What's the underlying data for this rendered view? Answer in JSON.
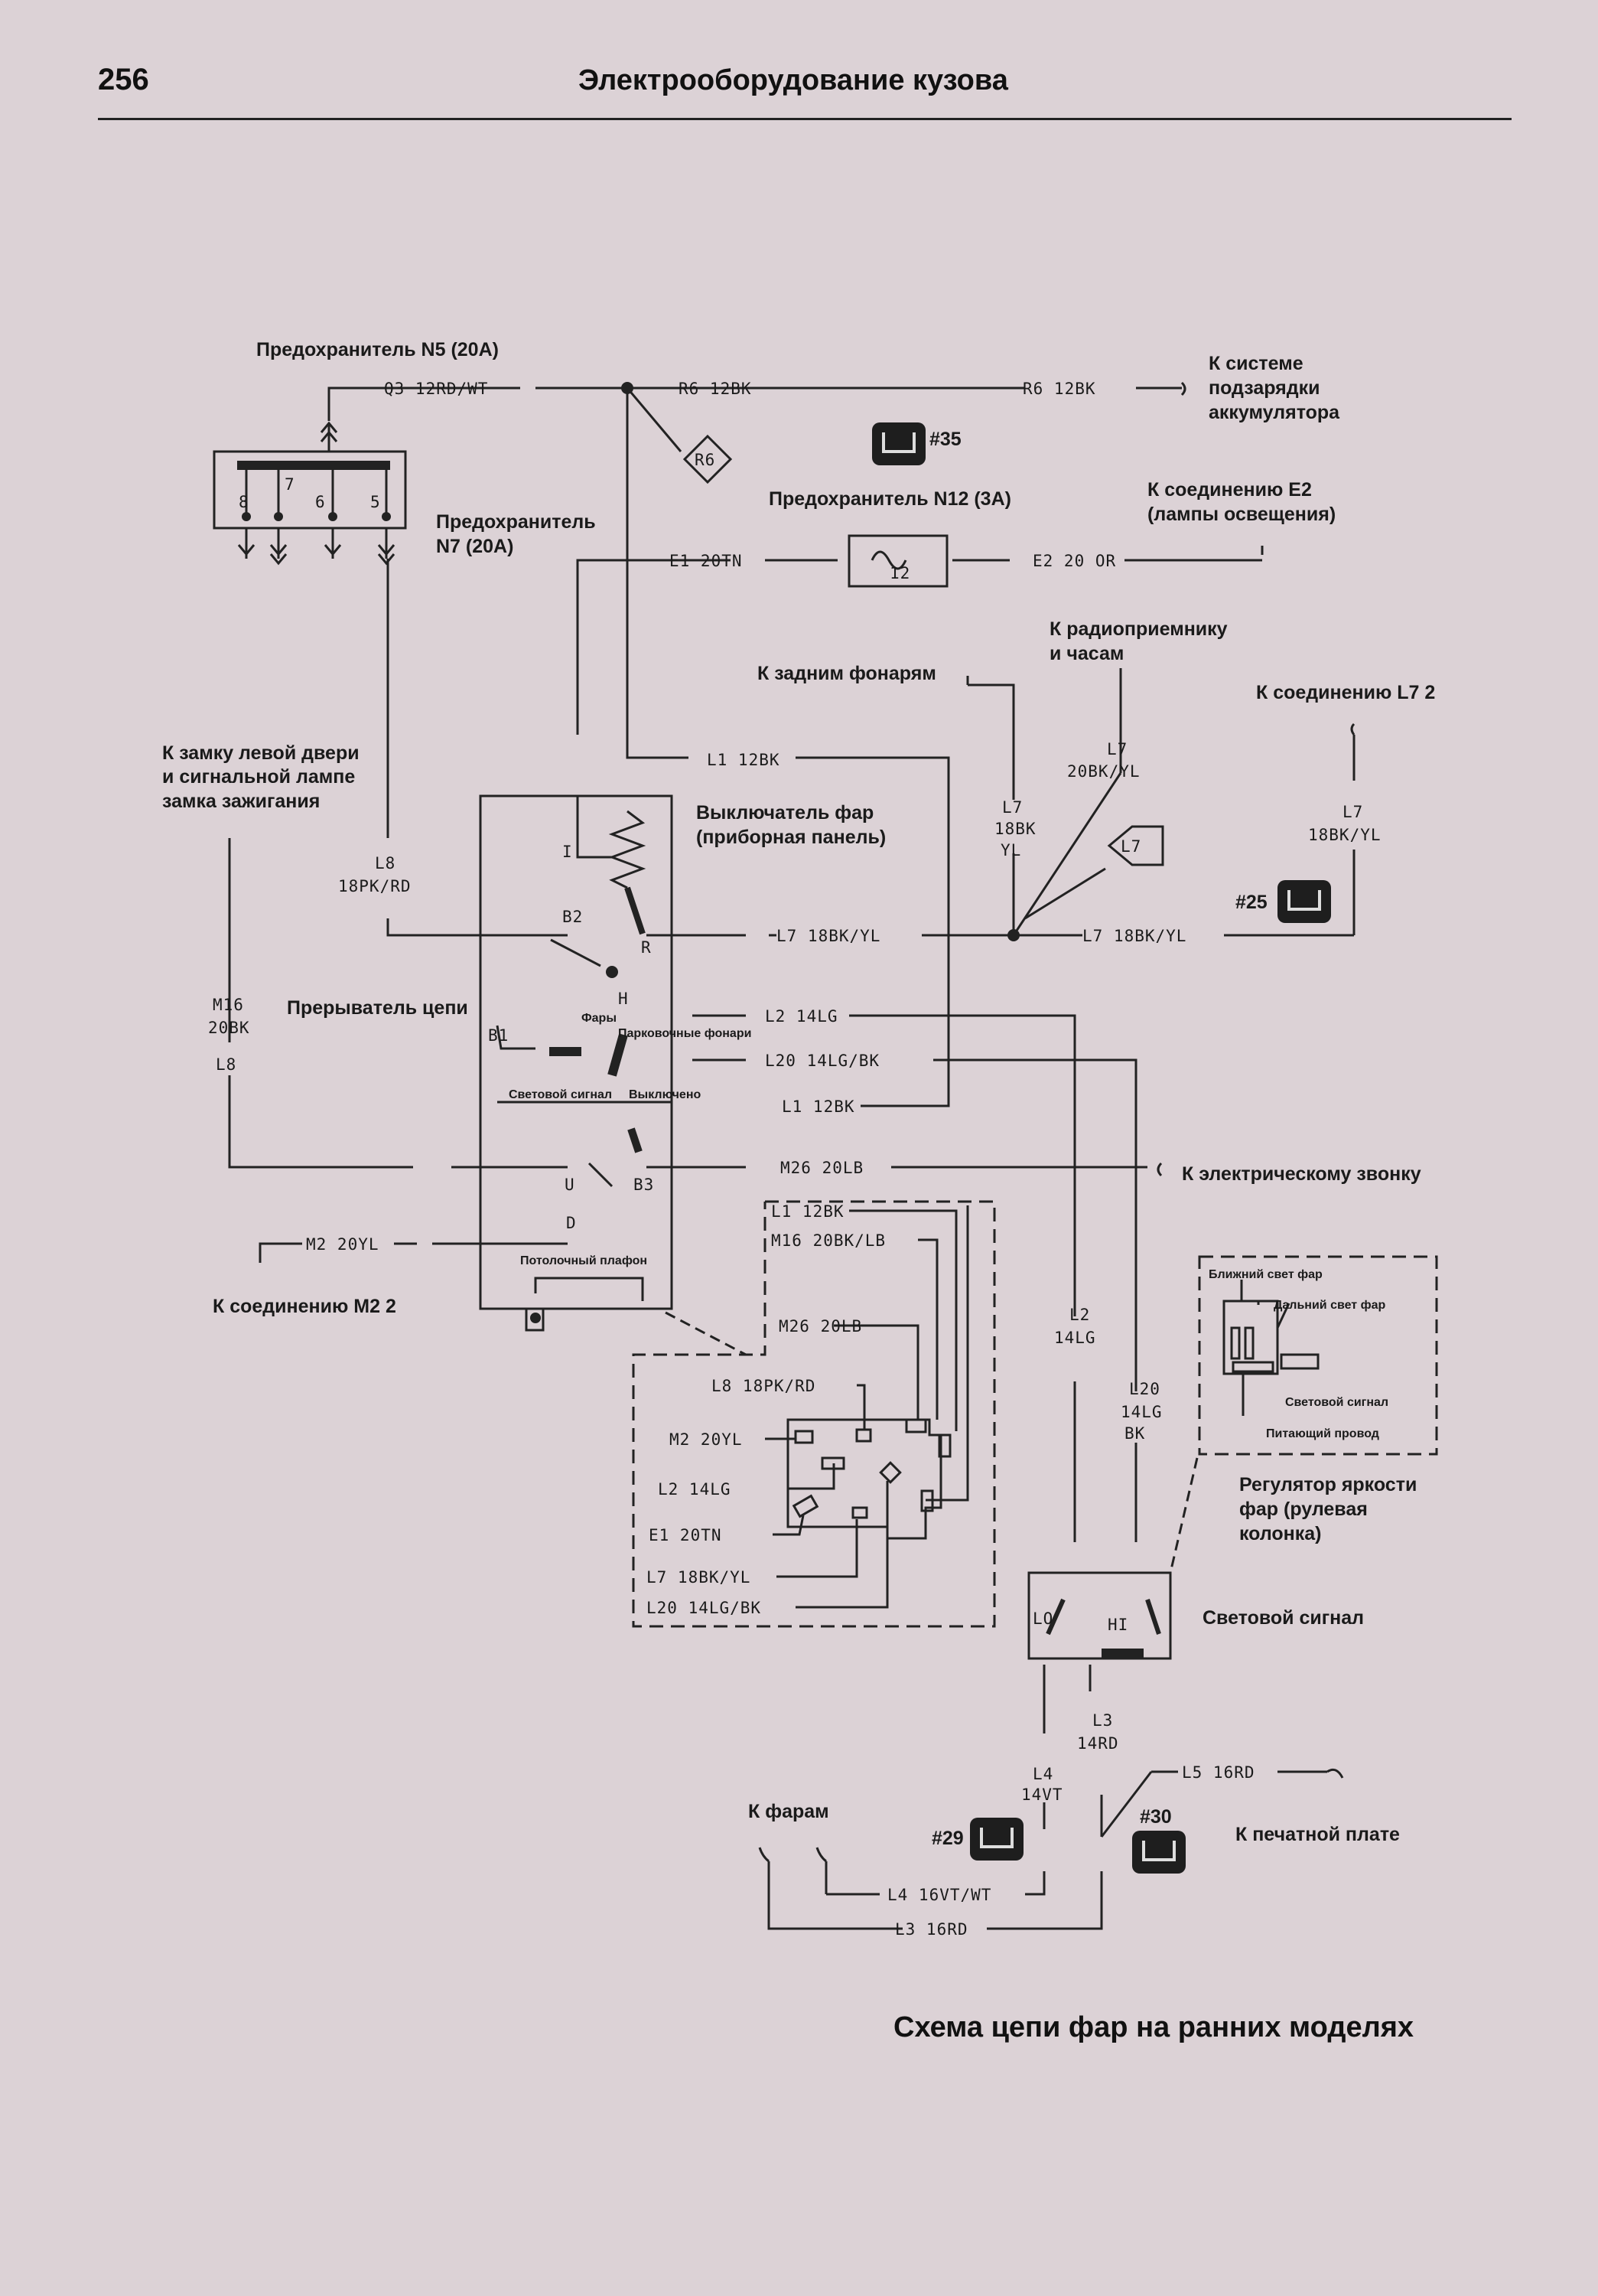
{
  "header": {
    "page_number": "256",
    "title": "Электрооборудование кузова"
  },
  "caption": "Схема цепи фар на ранних моделях",
  "labels": {
    "fuse_n5": "Предохранитель N5 (20A)",
    "fuse_n7_line1": "Предохранитель",
    "fuse_n7_line2": "N7 (20A)",
    "fuse_n12": "Предохранитель N12 (3A)",
    "charging_1": "К системе",
    "charging_2": "подзарядки",
    "charging_3": "аккумулятора",
    "e2_conn_1": "К соединению E2",
    "e2_conn_2": "(лампы освещения)",
    "radio_1": "К радиоприемнику",
    "radio_2": "и часам",
    "rear_lamps": "К задним фонарям",
    "l7_2": "К соединению L7 2",
    "door_1": "К замку левой двери",
    "door_2": "и сигнальной лампе",
    "door_3": "замка зажигания",
    "switch_1": "Выключатель фар",
    "switch_2": "(приборная панель)",
    "breaker": "Прерыватель цепи",
    "bell": "К электрическому звонку",
    "m2_2": "К соединению M2 2",
    "dimmer_1": "Регулятор яркости",
    "dimmer_2": "фар (рулевая",
    "dimmer_3": "колонка)",
    "signal": "Световой сигнал",
    "headlamps": "К фарам",
    "pcb": "К печатной плате",
    "sw_headlamps": "Фары",
    "sw_parking": "Парковочные фонари",
    "sw_signal": "Световой сигнал",
    "sw_off": "Выключено",
    "sw_dome": "Потолочный плафон",
    "low_beam": "Ближний свет фар",
    "high_beam": "Дальний свет фар",
    "light_signal_small": "Световой сигнал",
    "feed_wire": "Питающий провод"
  },
  "wires": {
    "q3": "Q3 12RD/WT",
    "r6a": "R6 12BK",
    "r6b": "R6 12BK",
    "r6_tag": "R6",
    "e1": "E1 20TN",
    "e2": "E2 20 OR",
    "l1a": "L1 12BK",
    "l7_radio_1": "L7",
    "l7_radio_2": "20BK/YL",
    "l7_rear_1": "L7",
    "l7_rear_2": "18BK",
    "l7_rear_3": "YL",
    "l7_right_1": "L7",
    "l7_right_2": "18BK/YL",
    "l8_1": "L8",
    "l8_2": "18PK/RD",
    "m16_1": "M16",
    "m16_2": "20BK",
    "m16_3": "L8",
    "l7_main": "L7 18BK/YL",
    "l7_main2": "L7 18BK/YL",
    "l2": "L2 14LG",
    "l20": "L20 14LG/BK",
    "l1b": "L1 12BK",
    "m26": "M26 20LB",
    "m2": "M2 20YL",
    "pin_i": "I",
    "pin_r": "R",
    "pin_b2": "B2",
    "pin_h": "H",
    "pin_b1": "B1",
    "pin_b3": "B3",
    "pin_u": "U",
    "pin_d": "D",
    "fuse12": "12",
    "f8": "8",
    "f7": "7",
    "f6": "6",
    "f5": "5",
    "c_l1": "L1 12BK",
    "c_m16": "M16 20BK/LB",
    "c_m26": "M26 20LB",
    "c_l8": "L8 18PK/RD",
    "c_m2": "M2 20YL",
    "c_l2": "L2 14LG",
    "c_e1": "E1 20TN",
    "c_l7": "L7 18BK/YL",
    "c_l20": "L20 14LG/BK",
    "l2v_1": "L2",
    "l2v_2": "14LG",
    "l20v_1": "L20",
    "l20v_2": "14LG",
    "l20v_3": "BK",
    "lo": "LO",
    "hi": "HI",
    "l3v_1": "L3",
    "l3v_2": "14RD",
    "l4v_1": "L4",
    "l4v_2": "14VT",
    "l5": "L5 16RD",
    "l4b": "L4 16VT/WT",
    "l3b": "L3 16RD"
  },
  "connectors": {
    "c35": "#35",
    "c25": "#25",
    "c29": "#29",
    "c30": "#30",
    "l7_tag": "L7"
  }
}
